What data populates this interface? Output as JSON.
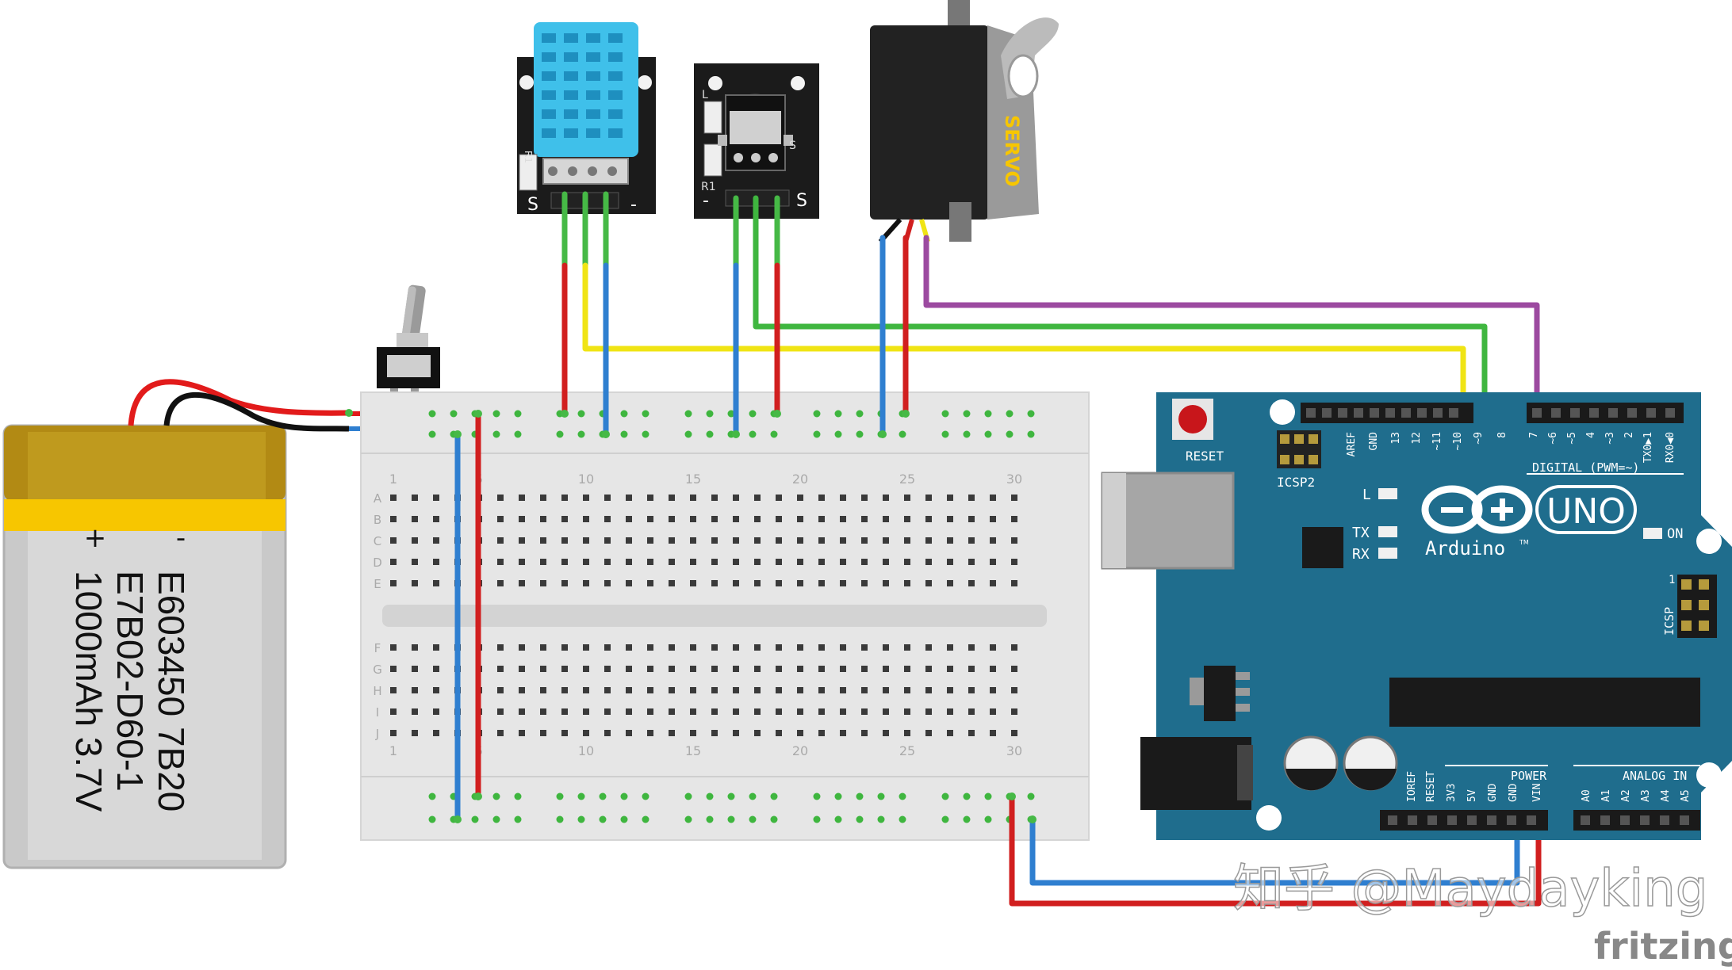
{
  "battery": {
    "plus": "+",
    "minus": "-",
    "label_line1": "E603450 7B20",
    "label_line2": "E7B02-D60-1",
    "label_line3": "1000mAh 3.7V"
  },
  "breadboard": {
    "column_numbers": [
      "1",
      "5",
      "10",
      "15",
      "20",
      "25",
      "30"
    ],
    "row_letters_top": [
      "A",
      "B",
      "C",
      "D",
      "E"
    ],
    "row_letters_bottom": [
      "F",
      "G",
      "H",
      "I",
      "J"
    ]
  },
  "dht_module": {
    "r1": "R1",
    "s": "S",
    "minus": "-"
  },
  "ir_module": {
    "l": "L",
    "r1": "R1",
    "s": "S",
    "minus": "-",
    "s_right": "S"
  },
  "servo": {
    "label": "SERVO"
  },
  "arduino": {
    "reset": "RESET",
    "icsp2": "ICSP2",
    "digital": "DIGITAL (PWM=~)",
    "l": "L",
    "tx": "TX",
    "rx": "RX",
    "on": "ON",
    "uno": "UNO",
    "brand": "Arduino",
    "tm": "TM",
    "icsp": "ICSP",
    "icsp_one": "1",
    "power": "POWER",
    "analog_in": "ANALOG IN",
    "digital_pins": [
      "AREF",
      "GND",
      "13",
      "12",
      "~11",
      "~10",
      "~9",
      "8",
      "7",
      "~6",
      "~5",
      "4",
      "~3",
      "2",
      "TX0▶1",
      "RX0◀0"
    ],
    "power_pins": [
      "IOREF",
      "RESET",
      "3V3",
      "5V",
      "GND",
      "GND",
      "VIN"
    ],
    "analog_pins": [
      "A0",
      "A1",
      "A2",
      "A3",
      "A4",
      "A5"
    ]
  },
  "watermark": "知乎 @Maydayking",
  "fritzing": "fritzing",
  "colors": {
    "red_wire": "#d11f1f",
    "blue_wire": "#2f7fd0",
    "yellow_wire": "#f0e414",
    "green_wire": "#3fb63f",
    "purple_wire": "#9c4aa0",
    "board_blue": "#1f6d8d",
    "sensor_blue": "#3fc0ea"
  }
}
